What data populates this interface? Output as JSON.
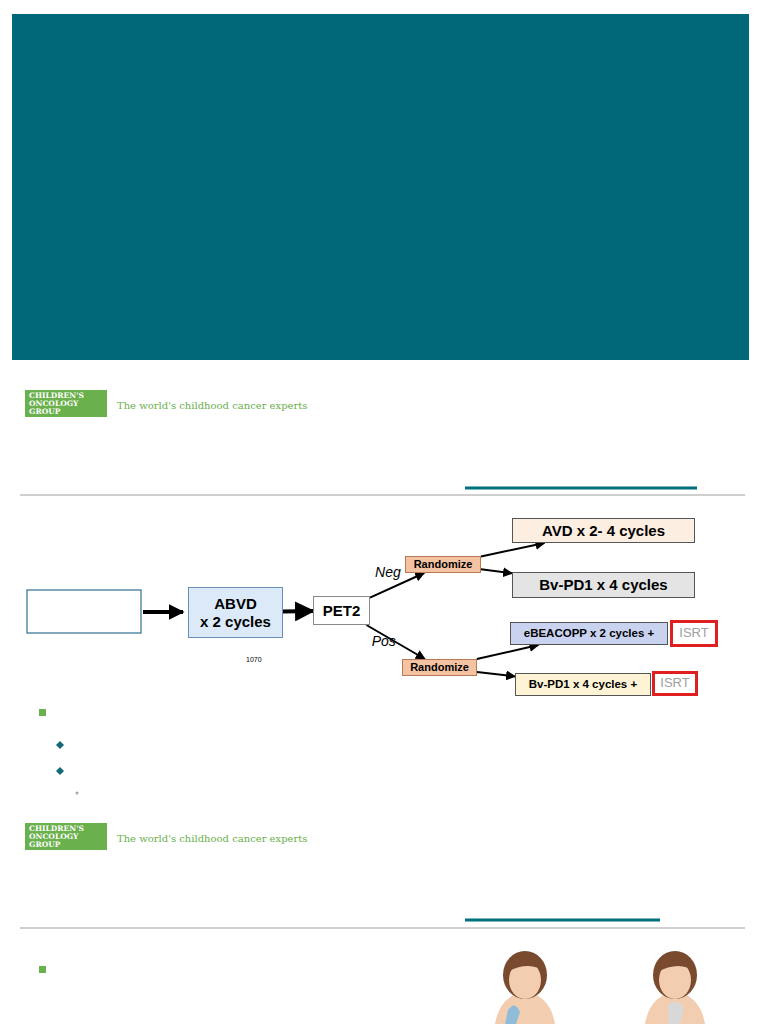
{
  "diagram": {
    "nodes": [
      {
        "text": [
          "CHILDREN'S ONCOLOGY GROUP"
        ]
      },
      {
        "text": [
          "ABVD",
          "x 2 cycles"
        ]
      },
      {
        "text": [
          "PET2"
        ]
      },
      {
        "text": [
          "Randomize"
        ]
      },
      {
        "text": [
          "Randomize"
        ]
      },
      {
        "text": [
          "AVD x 2- 4 cycles"
        ]
      },
      {
        "text": [
          "Bv-PD1 x 4 cycles"
        ]
      },
      {
        "text": [
          "eBEACOPP x 2 cycles +"
        ]
      },
      {
        "text": [
          "ISRT"
        ]
      },
      {
        "text": [
          "Bv-PD1 x 4 cycles +"
        ]
      },
      {
        "text": [
          "ISRT"
        ]
      },
      {
        "text": [
          "CHILDREN'S ONCOLOGY GROUP"
        ]
      }
    ],
    "edges": [
      {
        "from": 1,
        "to": 2,
        "arrow": "to"
      },
      {
        "from": 2,
        "to": 3,
        "label": "Neg",
        "arrow": "to"
      },
      {
        "from": 2,
        "to": 4,
        "label": "Pos",
        "arrow": "to"
      },
      {
        "from": 3,
        "to": 5,
        "arrow": "to"
      },
      {
        "from": 3,
        "to": 6,
        "arrow": "to"
      },
      {
        "from": 4,
        "to": 7,
        "arrow": "to"
      },
      {
        "from": 4,
        "to": 9,
        "arrow": "to"
      }
    ],
    "labels": [
      "The world's childhood cancer experts",
      "1070",
      "The world's childhood cancer experts"
    ]
  }
}
